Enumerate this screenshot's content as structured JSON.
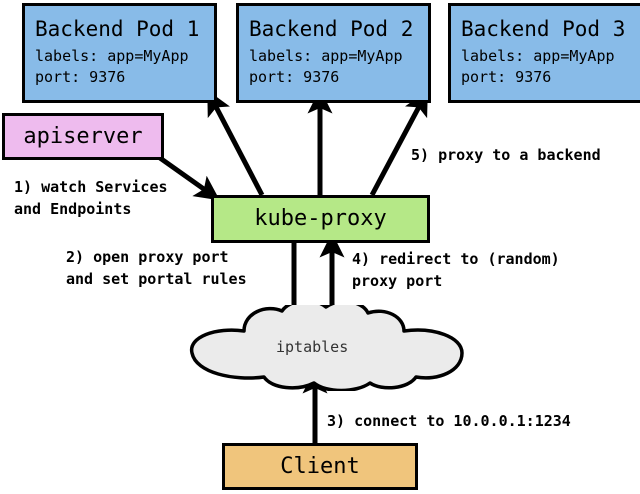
{
  "diagram": {
    "title": "kube-proxy service proxying flow",
    "colors": {
      "pod": "#88bbe8",
      "apiserver": "#eebbee",
      "kube_proxy": "#b5e887",
      "client": "#f0c57c",
      "cloud": "#ebebeb",
      "stroke": "#000000"
    }
  },
  "pods": [
    {
      "title": "Backend Pod 1",
      "labels_line": "labels: app=MyApp",
      "port_line": "port: 9376"
    },
    {
      "title": "Backend Pod 2",
      "labels_line": "labels: app=MyApp",
      "port_line": "port: 9376"
    },
    {
      "title": "Backend Pod 3",
      "labels_line": "labels: app=MyApp",
      "port_line": "port: 9376"
    }
  ],
  "nodes": {
    "apiserver": "apiserver",
    "kube_proxy": "kube-proxy",
    "iptables": "iptables",
    "client": "Client"
  },
  "annotations": {
    "step1_line1": "1) watch Services",
    "step1_line2": "and Endpoints",
    "step2_line1": "2) open proxy port",
    "step2_line2": "and set portal rules",
    "step3": "3) connect to 10.0.0.1:1234",
    "step4_line1": "4) redirect to (random)",
    "step4_line2": "proxy port",
    "step5": "5) proxy to a backend"
  }
}
